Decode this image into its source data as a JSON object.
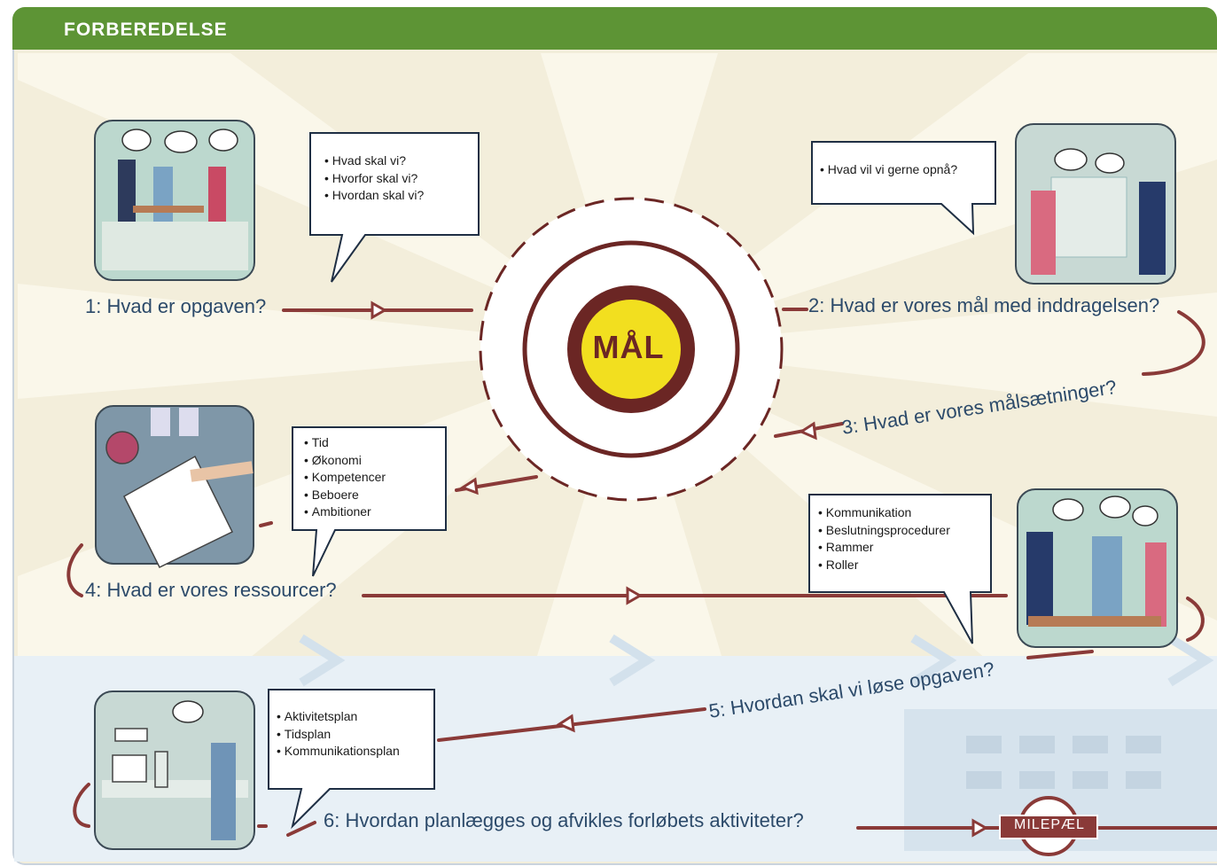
{
  "header": {
    "title": "FORBEREDELSE"
  },
  "goal": {
    "label": "MÅL"
  },
  "steps": [
    {
      "question": "1: Hvad er opgaven?",
      "bullets": [
        "Hvad skal vi?",
        "Hvorfor skal vi?",
        "Hvordan skal vi?"
      ]
    },
    {
      "question": "2: Hvad er vores mål med inddragelsen?",
      "bullets": [
        "Hvad vil vi gerne opnå?"
      ]
    },
    {
      "question": "3: Hvad er vores målsætninger?",
      "bullets": []
    },
    {
      "question": "4: Hvad er vores ressourcer?",
      "bullets": [
        "Tid",
        "Økonomi",
        "Kompetencer",
        "Beboere",
        "Ambitioner"
      ]
    },
    {
      "question": "5: Hvordan skal vi løse opgaven?",
      "bullets": [
        "Kommunikation",
        "Beslutningsprocedurer",
        "Rammer",
        "Roller"
      ]
    },
    {
      "question": "6: Hvordan planlægges og afvikles forløbets aktiviteter?",
      "bullets": [
        "Aktivitetsplan",
        "Tidsplan",
        "Kommunikationsplan"
      ]
    }
  ],
  "milestone": {
    "label": "MILEPÆL"
  },
  "colors": {
    "header": "#5d9435",
    "arrow": "#8a3a38",
    "goal_fill": "#f2df1f",
    "goal_ring": "#6b2624",
    "question_text": "#2c4a6a"
  },
  "icons": [
    "question-bubble-icon",
    "heart-bubble-icon",
    "clock-icon",
    "phone-icon",
    "computer-icon"
  ]
}
